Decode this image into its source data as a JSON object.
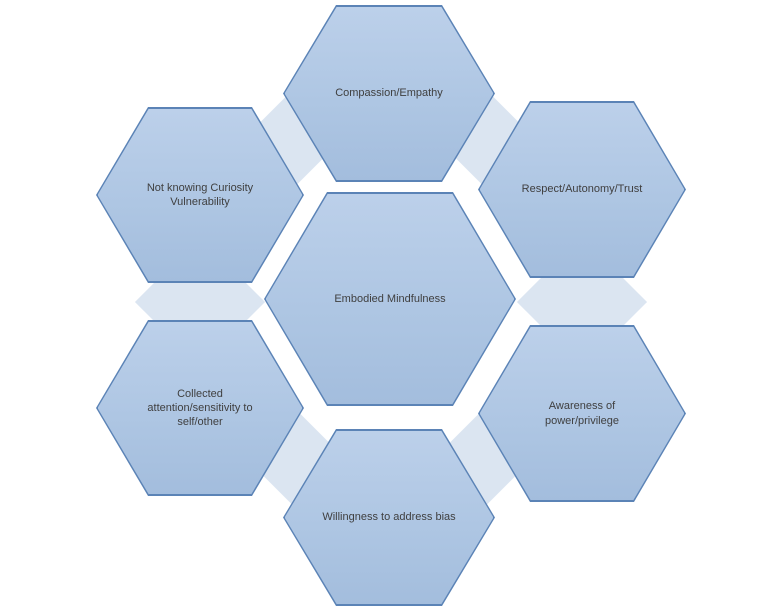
{
  "diagram": {
    "type": "hexagon-cluster",
    "center": {
      "label": "Embodied Mindfulness"
    },
    "hexagons": [
      {
        "position": "top",
        "label": "Compassion/Empathy"
      },
      {
        "position": "top-right",
        "label": "Respect/Autonomy/Trust"
      },
      {
        "position": "bottom-right",
        "label": "Awareness of power/privilege"
      },
      {
        "position": "bottom",
        "label": "Willingness to address bias"
      },
      {
        "position": "bottom-left",
        "label": "Collected attention/sensitivity to self/other"
      },
      {
        "position": "top-left",
        "label": "Not knowing Curiosity Vulnerability"
      }
    ],
    "colors": {
      "hex_fill_top": "#bcd0ea",
      "hex_fill_bottom": "#a3bddd",
      "hex_border": "#5b83b6",
      "connector": "#dbe5f1",
      "text": "#3f3f3f",
      "background": "#ffffff"
    }
  }
}
